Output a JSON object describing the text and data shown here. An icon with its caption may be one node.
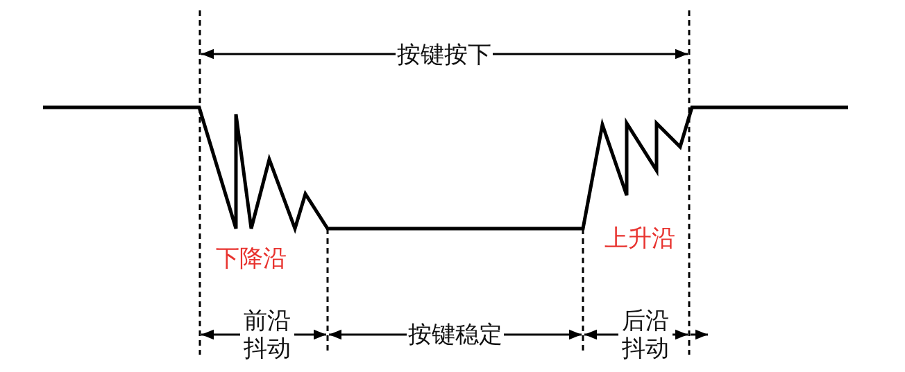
{
  "diagram": {
    "labels": [
      "按键按下",
      "下降沿",
      "上升沿",
      "前沿抖动",
      "按键稳定",
      "后沿抖动"
    ]
  }
}
